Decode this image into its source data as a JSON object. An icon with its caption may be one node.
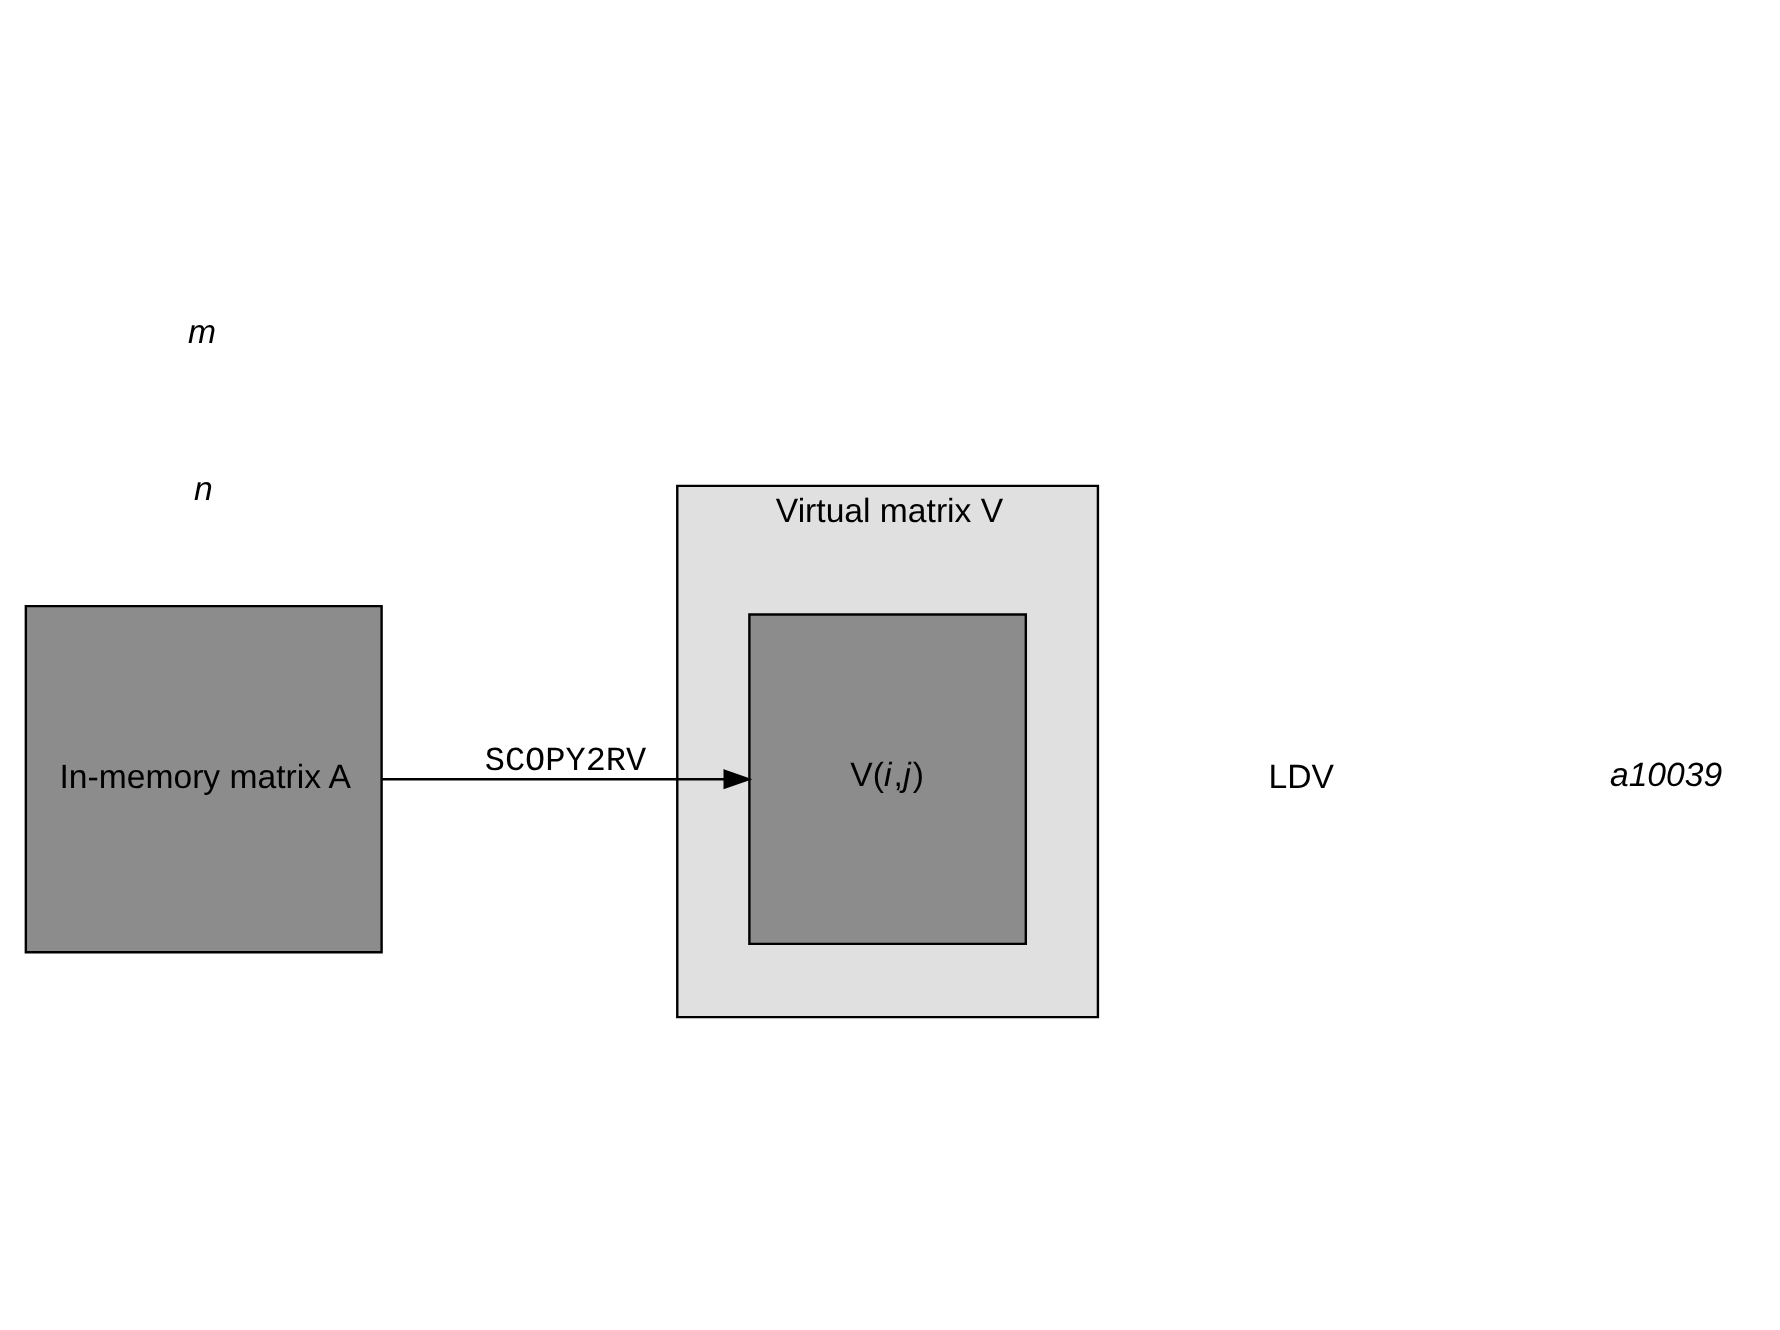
{
  "diagram": {
    "nodes": [
      {
        "text": [
          "In-memory matrix A"
        ]
      },
      {
        "text": [
          "Virtual matrix V"
        ]
      },
      {
        "text": [
          "V(*i*,*j*)"
        ],
        "in": 1
      }
    ],
    "edges": [
      {
        "from": 0,
        "to": 2,
        "arrow": "to",
        "label": "SCOPY2RV"
      }
    ],
    "labels": [
      "n",
      "m",
      "LDV",
      "a10039"
    ]
  }
}
